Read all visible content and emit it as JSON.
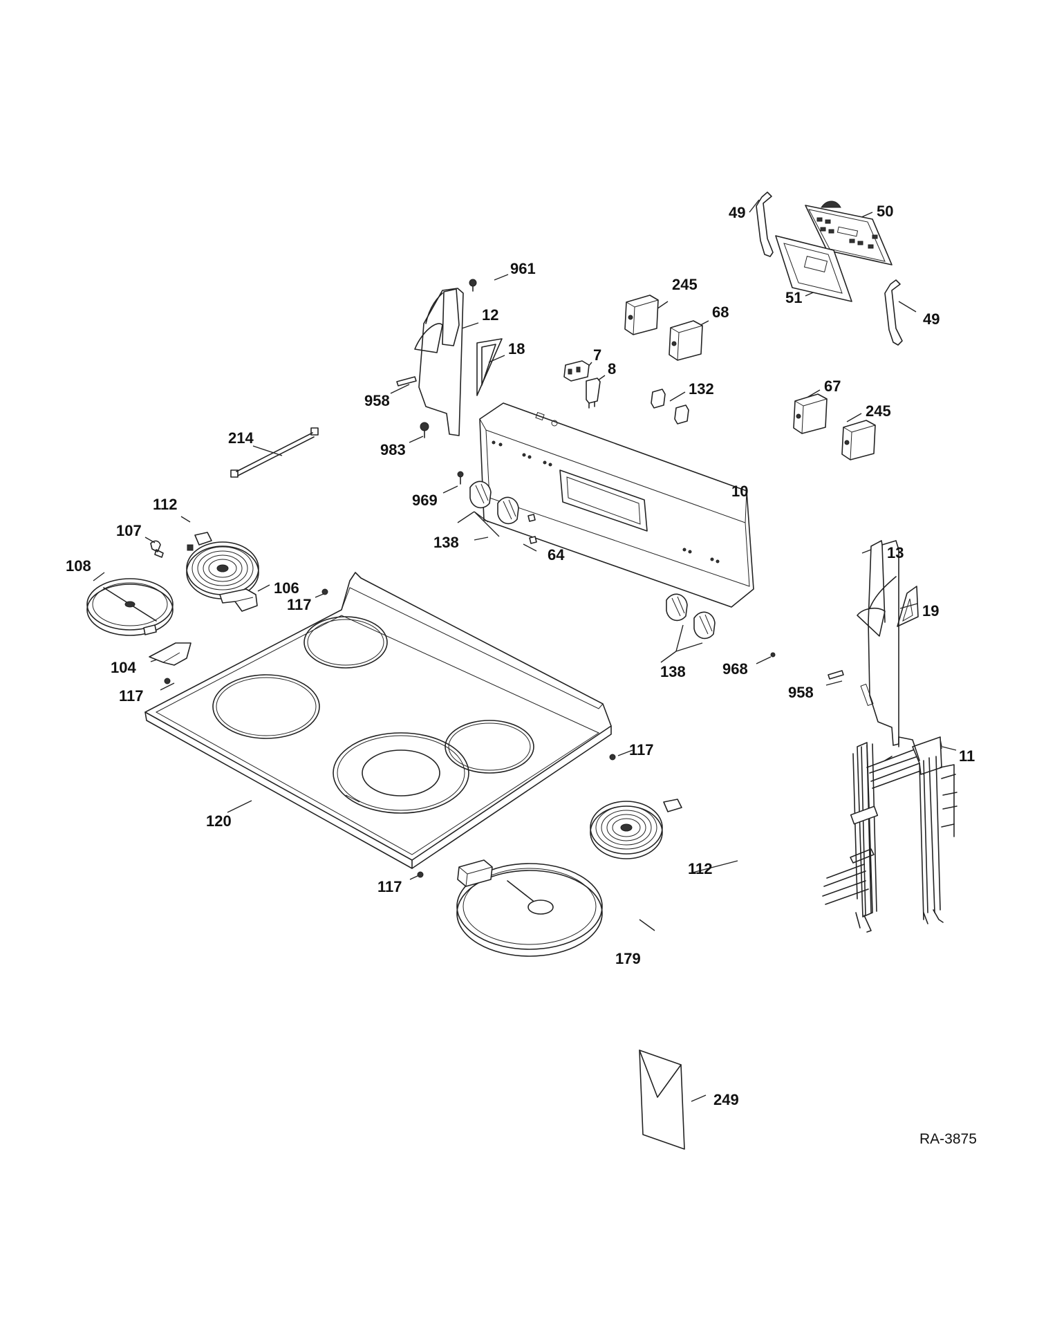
{
  "diagram_ref": "RA-3875",
  "callouts": [
    {
      "id": "49a",
      "text": "49"
    },
    {
      "id": "50",
      "text": "50"
    },
    {
      "id": "961",
      "text": "961"
    },
    {
      "id": "51",
      "text": "51"
    },
    {
      "id": "49b",
      "text": "49"
    },
    {
      "id": "245a",
      "text": "245"
    },
    {
      "id": "68",
      "text": "68"
    },
    {
      "id": "12",
      "text": "12"
    },
    {
      "id": "18",
      "text": "18"
    },
    {
      "id": "7",
      "text": "7"
    },
    {
      "id": "8",
      "text": "8"
    },
    {
      "id": "132",
      "text": "132"
    },
    {
      "id": "67",
      "text": "67"
    },
    {
      "id": "958a",
      "text": "958"
    },
    {
      "id": "245b",
      "text": "245"
    },
    {
      "id": "983",
      "text": "983"
    },
    {
      "id": "214",
      "text": "214"
    },
    {
      "id": "969",
      "text": "969"
    },
    {
      "id": "10",
      "text": "10"
    },
    {
      "id": "112a",
      "text": "112"
    },
    {
      "id": "107",
      "text": "107"
    },
    {
      "id": "138a",
      "text": "138"
    },
    {
      "id": "64",
      "text": "64"
    },
    {
      "id": "13",
      "text": "13"
    },
    {
      "id": "108",
      "text": "108"
    },
    {
      "id": "106",
      "text": "106"
    },
    {
      "id": "117a",
      "text": "117"
    },
    {
      "id": "19",
      "text": "19"
    },
    {
      "id": "104",
      "text": "104"
    },
    {
      "id": "138b",
      "text": "138"
    },
    {
      "id": "968",
      "text": "968"
    },
    {
      "id": "958b",
      "text": "958"
    },
    {
      "id": "117b",
      "text": "117"
    },
    {
      "id": "117c",
      "text": "117"
    },
    {
      "id": "11",
      "text": "11"
    },
    {
      "id": "120",
      "text": "120"
    },
    {
      "id": "112b",
      "text": "112"
    },
    {
      "id": "117d",
      "text": "117"
    },
    {
      "id": "179",
      "text": "179"
    },
    {
      "id": "249",
      "text": "249"
    }
  ]
}
